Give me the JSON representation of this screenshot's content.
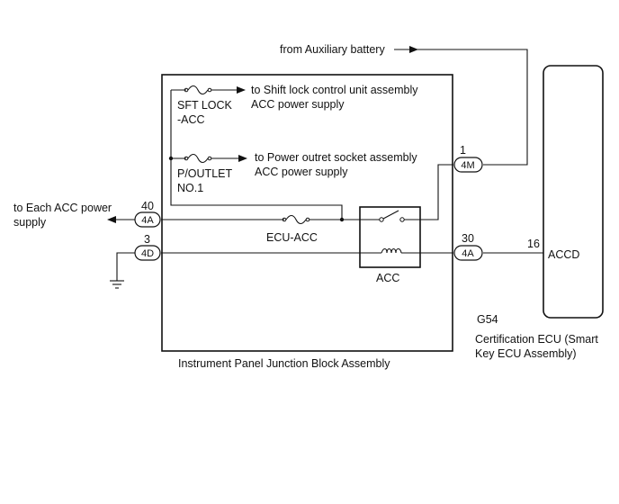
{
  "labels": {
    "aux_battery": "from Auxiliary battery",
    "shift_lock_dest_1": "to Shift lock control unit assembly",
    "shift_lock_dest_2": "ACC power supply",
    "sft_lock_fuse_1": "SFT LOCK",
    "sft_lock_fuse_2": "-ACC",
    "power_outlet_dest_1": "to Power outret socket assembly",
    "power_outlet_dest_2": "ACC power supply",
    "poutlet_fuse_1": "P/OUTLET",
    "poutlet_fuse_2": "NO.1",
    "each_acc_1": "to Each ACC power",
    "each_acc_2": "supply",
    "ecu_acc_fuse": "ECU-ACC",
    "acc_relay": "ACC",
    "junction_block": "Instrument Panel Junction Block Assembly",
    "ecu_code": "G54",
    "ecu_name_1": "Certification ECU (Smart",
    "ecu_name_2": "Key ECU Assembly)",
    "accd": "ACCD"
  },
  "pins": {
    "p40": "40",
    "p3": "3",
    "p1": "1",
    "p30": "30",
    "p16": "16"
  },
  "connectors": {
    "c4A_left": "4A",
    "c4D": "4D",
    "c4M": "4M",
    "c4A_right": "4A"
  }
}
